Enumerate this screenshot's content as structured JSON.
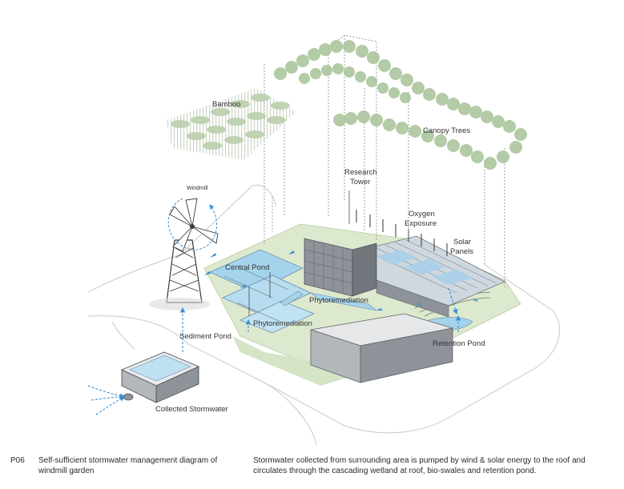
{
  "labels": {
    "bamboo": "Bamboo",
    "canopy_trees": "Canopy Trees",
    "windmill": "Windmill",
    "research_tower_1": "Research",
    "research_tower_2": "Tower",
    "oxygen_exposure_1": "Oxygen",
    "oxygen_exposure_2": "Exposure",
    "solar_panels_1": "Solar",
    "solar_panels_2": "Panels",
    "central_pond": "Central Pond",
    "phytoremediation_1": "Phytoremediation",
    "phytoremediation_2": "Phytoremediation",
    "sediment_pond": "Sediment Pond",
    "retention_pond": "Retention Pond",
    "collected_stormwater": "Collected Stormwater"
  },
  "caption": {
    "code": "P06",
    "title": "Self-sufficient stormwater management diagram of windmill garden",
    "description": "Stormwater collected from surrounding area is pumped by wind & solar energy to the roof and circulates through the cascading wetland at roof, bio-swales and retention pond."
  },
  "colors": {
    "lawn": "#dde9cf",
    "water": "#a6d3ec",
    "flow_arrow": "#3a8fd6",
    "tree_canopy": "#a9c49a",
    "building": "#8e9299"
  }
}
